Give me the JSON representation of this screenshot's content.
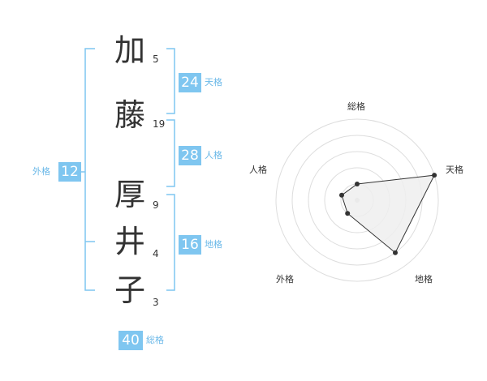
{
  "name": {
    "chars": [
      {
        "char": "加",
        "strokes": "5"
      },
      {
        "char": "藤",
        "strokes": "19"
      },
      {
        "char": "厚",
        "strokes": "9"
      },
      {
        "char": "井",
        "strokes": "4"
      },
      {
        "char": "子",
        "strokes": "3"
      }
    ]
  },
  "fortunes": {
    "tenkaku": {
      "value": "24",
      "label": "天格"
    },
    "jinkaku": {
      "value": "28",
      "label": "人格"
    },
    "chikaku": {
      "value": "16",
      "label": "地格"
    },
    "gaikaku": {
      "value": "12",
      "label": "外格"
    },
    "soukaku": {
      "value": "40",
      "label": "総格"
    }
  },
  "colors": {
    "accent": "#7fc6f0",
    "accent_text": "#6ab8e8",
    "bracket": "#7fc6f0",
    "radar_fill": "#eeeeee",
    "radar_ring": "#dddddd"
  },
  "chart_data": {
    "type": "radar",
    "axes": [
      "総格",
      "天格",
      "地格",
      "外格",
      "人格"
    ],
    "max": 5,
    "values": [
      1,
      5,
      4,
      1,
      1
    ]
  }
}
